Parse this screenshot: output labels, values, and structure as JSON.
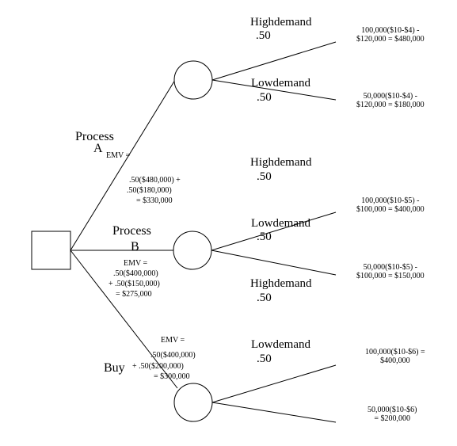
{
  "alternatives": [
    {
      "name_lines": [
        "Process",
        "A"
      ],
      "emv_lines": [
        "EMV =",
        ".50($480,000) +",
        ".50($180,000)",
        "= $330,000"
      ],
      "branches": [
        {
          "event": "Highdemand",
          "prob": ".50",
          "payoff_lines": [
            "100,000($10-$4) -",
            "$120,000 = $480,000"
          ]
        },
        {
          "event": "Lowdemand",
          "prob": ".50",
          "payoff_lines": [
            "50,000($10-$4) -",
            "$120,000 = $180,000"
          ]
        }
      ]
    },
    {
      "name_lines": [
        "Process",
        "B"
      ],
      "emv_lines": [
        "EMV =",
        ".50($400,000)",
        "+ .50($150,000)",
        "= $275,000"
      ],
      "branches": [
        {
          "event": "Highdemand",
          "prob": ".50",
          "payoff_lines": [
            "100,000($10-$5) -",
            "$100,000 = $400,000"
          ]
        },
        {
          "event": "Lowdemand",
          "prob": ".50",
          "payoff_lines": [
            "50,000($10-$5) -",
            "$100,000 = $150,000"
          ]
        }
      ]
    },
    {
      "name_lines": [
        "Buy"
      ],
      "emv_lines": [
        "EMV =",
        ".50($400,000)",
        "+ .50($200,000)",
        "= $300,000"
      ],
      "branches": [
        {
          "event": "Highdemand",
          "prob": ".50",
          "payoff_lines": [
            "100,000($10-$6) =",
            "$400,000"
          ]
        },
        {
          "event": "Lowdemand",
          "prob": ".50",
          "payoff_lines": [
            "50,000($10-$6)",
            "= $200,000"
          ]
        }
      ]
    }
  ]
}
